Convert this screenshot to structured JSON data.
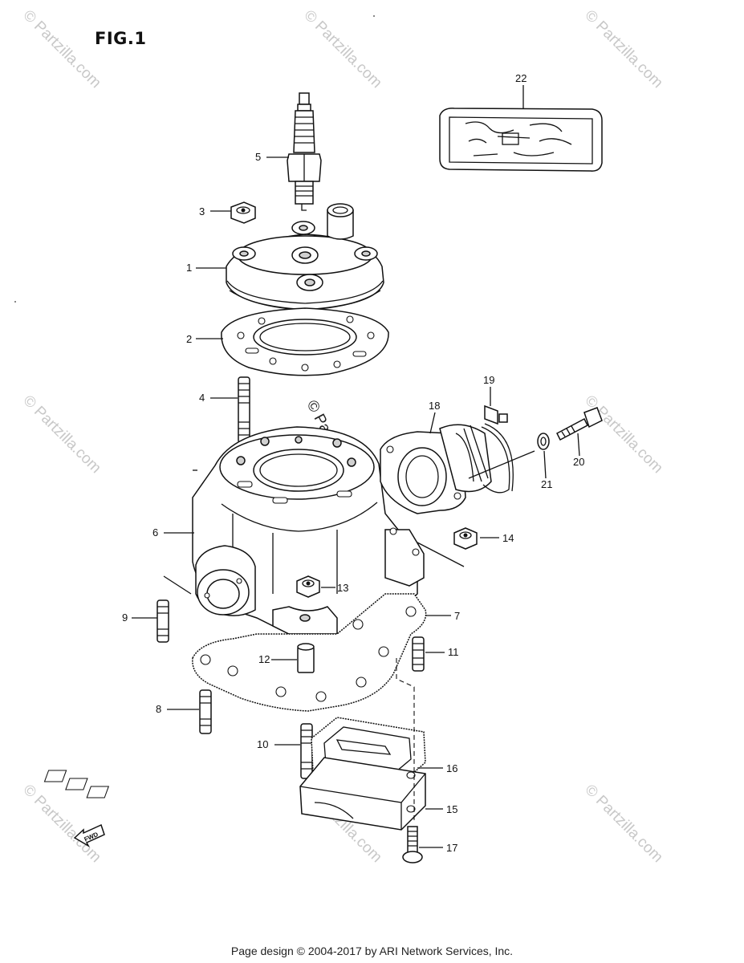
{
  "figure": {
    "title": "FIG.1"
  },
  "fwd_label": "FWD",
  "watermark": {
    "text": "© Partzilla.com"
  },
  "footer": {
    "text": "Page design © 2004-2017 by ARI Network Services, Inc."
  },
  "callouts": [
    {
      "num": "1",
      "part": "cylinder-head"
    },
    {
      "num": "2",
      "part": "head-gasket"
    },
    {
      "num": "3",
      "part": "nut"
    },
    {
      "num": "4",
      "part": "stud-bolt"
    },
    {
      "num": "5",
      "part": "spark-plug"
    },
    {
      "num": "6",
      "part": "cylinder"
    },
    {
      "num": "7",
      "part": "cylinder-base-gasket"
    },
    {
      "num": "8",
      "part": "stud-bolt"
    },
    {
      "num": "9",
      "part": "stud-bolt"
    },
    {
      "num": "10",
      "part": "stud-bolt"
    },
    {
      "num": "11",
      "part": "stud-bolt"
    },
    {
      "num": "12",
      "part": "dowel-pin"
    },
    {
      "num": "13",
      "part": "nut"
    },
    {
      "num": "14",
      "part": "nut"
    },
    {
      "num": "15",
      "part": "reed-valve-assy"
    },
    {
      "num": "16",
      "part": "reed-valve-gasket"
    },
    {
      "num": "17",
      "part": "bolt"
    },
    {
      "num": "18",
      "part": "intake-pipe"
    },
    {
      "num": "19",
      "part": "clamp"
    },
    {
      "num": "20",
      "part": "bolt"
    },
    {
      "num": "21",
      "part": "washer"
    },
    {
      "num": "22",
      "part": "label"
    }
  ]
}
